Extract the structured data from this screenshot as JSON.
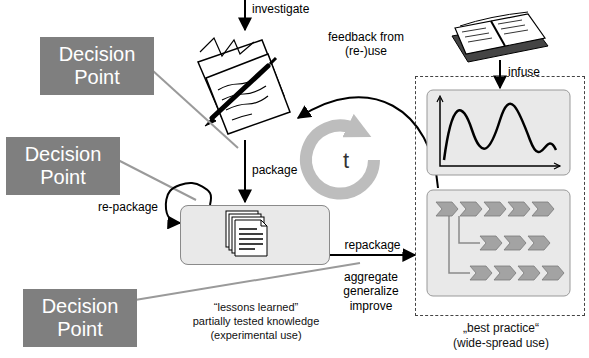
{
  "diagram": {
    "nodes": [
      {
        "text": [
          "Decision Point"
        ]
      },
      {
        "text": [
          "Decision Point"
        ]
      },
      {
        "text": [
          "Decision Point"
        ]
      },
      {
        "text": [
          "“lessons learned”",
          "partially tested knowledge (experimental use)"
        ]
      },
      {
        "text": [
          "„best practice“",
          "(wide-spread use)"
        ]
      }
    ],
    "edges": [
      {
        "from": 3,
        "to": 4,
        "label": "repackage",
        "arrow": "to"
      },
      {
        "from": 3,
        "to": 3,
        "label": "re-package",
        "arrow": "to"
      }
    ],
    "labels": [
      "investigate",
      "package",
      "feedback from (re-)use",
      "infuse",
      "t",
      "aggregate generalize improve"
    ]
  }
}
